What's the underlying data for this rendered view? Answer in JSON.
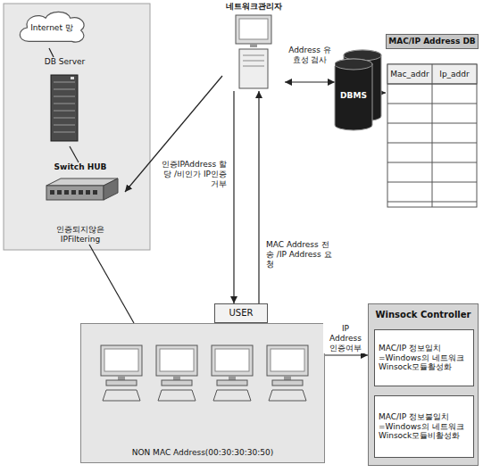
{
  "diagram": {
    "nodes": [
      {
        "text": [
          "Internet 망"
        ]
      },
      {
        "text": [
          "DB Server"
        ]
      },
      {
        "text": [
          "Switch HUB",
          "인증되지않은 IPFiltering"
        ]
      },
      {
        "text": [
          "네트워크관리자"
        ]
      },
      {
        "text": [
          "DBMS"
        ]
      },
      {
        "text": [
          "MAC/IP Address DB"
        ]
      },
      {
        "text": [
          "USER"
        ]
      },
      {
        "text": [
          "NON MAC Address(00:30:30:30:50)"
        ]
      },
      {
        "text": [
          "Winsock Controller"
        ]
      },
      {
        "text": [
          "MAC/IP 정보일치 =Windows의 네트워크 Winsock모듈활성화"
        ],
        "in": 8
      },
      {
        "text": [
          "MAC/IP 정보불일치 =Windows의 네트워크 Winsock모듈비활성화"
        ],
        "in": 8
      }
    ],
    "edges": [
      {
        "from": 0,
        "to": 1,
        "arrow": "none"
      },
      {
        "from": 1,
        "to": 2,
        "arrow": "none"
      },
      {
        "from": 3,
        "to": 2,
        "arrow": "to"
      },
      {
        "from": 3,
        "to": 4,
        "label": "Address 유효성 검사",
        "arrow": "both"
      },
      {
        "from": 4,
        "to": 5,
        "arrow": "to"
      },
      {
        "from": 2,
        "to": 7,
        "arrow": "none"
      },
      {
        "from": 3,
        "to": 6,
        "label": "인증IPAddress 할당 /비인가 IP인증거부",
        "arrow": "to"
      },
      {
        "from": 6,
        "to": 3,
        "label": "MAC Address 전송 /IP Address 요청",
        "arrow": "to"
      },
      {
        "from": 7,
        "to": 8,
        "label": "IP Address 인증여부",
        "arrow": "to"
      }
    ],
    "labels": [
      "Mac_addr",
      "Ip_addr"
    ]
  }
}
